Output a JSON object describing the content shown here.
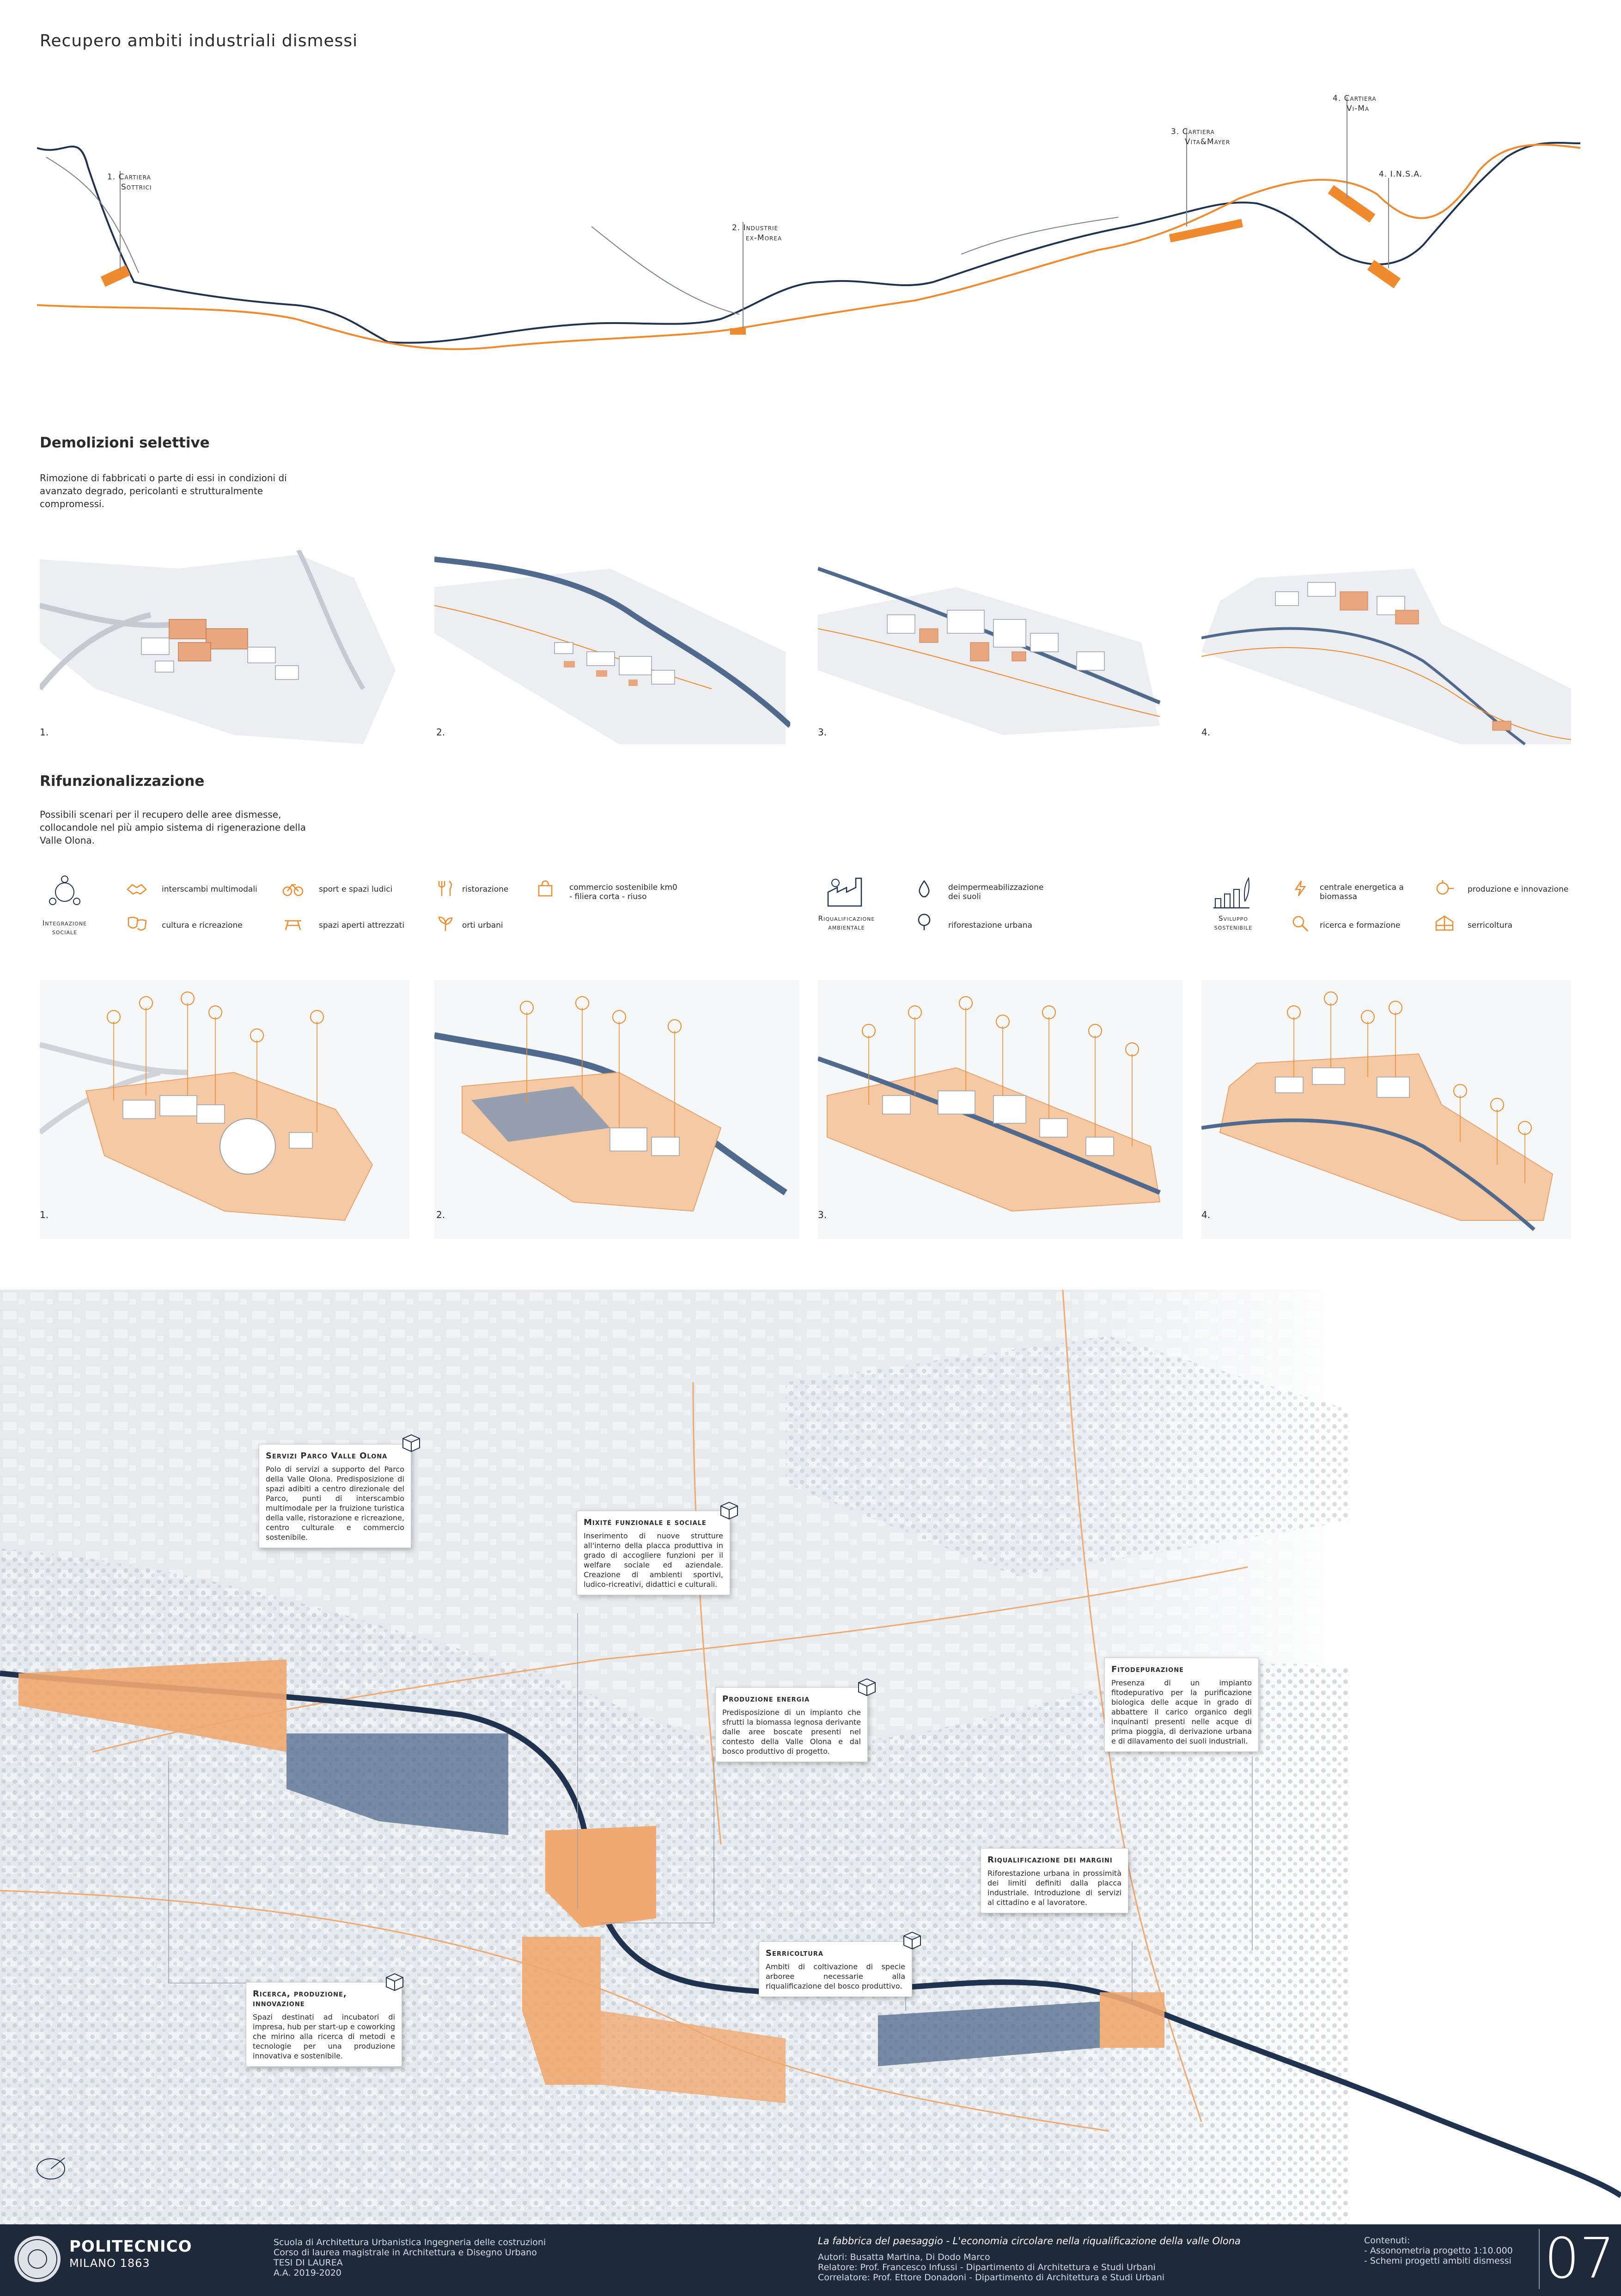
{
  "title": "Recupero ambiti industriali dismessi",
  "sites": [
    {
      "num": "1.",
      "name": "Cartiera Sottrici",
      "lines": [
        "Cartiera",
        "Sottrici"
      ]
    },
    {
      "num": "2.",
      "name": "Industrie ex-Morea",
      "lines": [
        "Industrie",
        "ex-Morea"
      ]
    },
    {
      "num": "3.",
      "name": "Cartiera Vita&Mayer",
      "lines": [
        "Cartiera",
        "Vita&Mayer"
      ]
    },
    {
      "num": "4.",
      "name": "Cartiera Vi-Ma",
      "lines": [
        "Cartiera",
        "Vi-Ma"
      ]
    },
    {
      "num": "4.",
      "name": "I.N.S.A.",
      "lines": [
        "I.N.S.A."
      ]
    }
  ],
  "demolizioni": {
    "heading": "Demolizioni selettive",
    "text": "Rimozione di fabbricati o parte di essi in condizioni di avanzato degrado, pericolanti e strutturalmente compromessi.",
    "diagram_nums": [
      "1.",
      "2.",
      "3.",
      "4."
    ]
  },
  "rifunzionalizzazione": {
    "heading": "Rifunzionalizzazione",
    "text": "Possibili scenari per il recupero delle aree dismesse, collocandole nel più ampio sistema di rigenerazione della Valle Olona.",
    "diagram_nums": [
      "1.",
      "2.",
      "3.",
      "4."
    ]
  },
  "legend": {
    "integrazione": {
      "label": [
        "Integrazione",
        "sociale"
      ],
      "items": [
        {
          "icon": "handshake-icon",
          "text": "interscambi multimodali"
        },
        {
          "icon": "bicycle-icon",
          "text": "sport e spazi ludici"
        },
        {
          "icon": "cutlery-icon",
          "text": "ristorazione"
        },
        {
          "icon": "shopping-bag-icon",
          "text": "commercio sostenibile km0 - filiera corta - riuso"
        },
        {
          "icon": "theater-masks-icon",
          "text": "cultura e ricreazione"
        },
        {
          "icon": "picnic-table-icon",
          "text": "spazi aperti attrezzati"
        },
        {
          "icon": "garden-icon",
          "text": "orti urbani"
        }
      ]
    },
    "riqualificazione": {
      "label": [
        "Riqualificazione",
        "ambientale"
      ],
      "items": [
        {
          "icon": "water-drop-icon",
          "text": "deimpermeabilizzazione dei suoli"
        },
        {
          "icon": "tree-icon",
          "text": "riforestazione urbana"
        }
      ]
    },
    "sviluppo": {
      "label": [
        "Sviluppo",
        "sostenibile"
      ],
      "items": [
        {
          "icon": "energy-icon",
          "text": "centrale energetica a biomassa"
        },
        {
          "icon": "innovation-icon",
          "text": "produzione e innovazione"
        },
        {
          "icon": "research-icon",
          "text": "ricerca e formazione"
        },
        {
          "icon": "greenhouse-icon",
          "text": "serricoltura"
        }
      ]
    }
  },
  "cards": [
    {
      "title": "Servizi Parco Valle Olona",
      "text": "Polo di servizi a supporto del Parco della Valle Olona. Predisposizione di spazi adibiti a centro direzionale del Parco, punti di interscambio multimodale per la fruizione turistica della valle, ristorazione e ricreazione, centro culturale e commercio sostenibile."
    },
    {
      "title": "Mixité funzionale e sociale",
      "text": "Inserimento di nuove strutture all'interno della placca produttiva in grado di accogliere funzioni per il welfare sociale ed aziendale. Creazione di ambienti sportivi, ludico-ricreativi, didattici e culturali."
    },
    {
      "title": "Produzione energia",
      "text": "Predisposizione di un impianto che sfrutti la biomassa legnosa derivante dalle aree boscate presenti nel contesto della Valle Olona e dal bosco produttivo di progetto."
    },
    {
      "title": "Fitodepurazione",
      "text": "Presenza di un impianto fitodepurativo per la purificazione biologica delle acque in grado di abbattere il carico organico degli inquinanti presenti nelle acque di prima pioggia, di derivazione urbana e di dilavamento dei suoli industriali."
    },
    {
      "title": "Riqualificazione dei margini",
      "text": "Riforestazione urbana in prossimità dei limiti definiti dalla placca industriale. Introduzione di servizi al cittadino e al lavoratore."
    },
    {
      "title": "Serricoltura",
      "text": "Ambiti di coltivazione di specie arboree necessarie alla riqualificazione del bosco produttivo."
    },
    {
      "title": "Ricerca, produzione, innovazione",
      "text": "Spazi destinati ad incubatori di impresa, hub per start-up e coworking che mirino alla ricerca di metodi e tecnologie per una produzione innovativa e sostenibile."
    }
  ],
  "footer": {
    "logo_name": "POLITECNICO",
    "logo_sub": "MILANO 1863",
    "school": [
      "Scuola di Architettura Urbanistica Ingegneria delle costruzioni",
      "Corso di laurea magistrale in Architettura e Disegno Urbano",
      "TESI DI LAUREA",
      "A.A. 2019-2020"
    ],
    "thesis_title": "La fabbrica del paesaggio - L'economia circolare nella riqualificazione della valle Olona",
    "credits": [
      "Autori:  Busatta Martina, Di Dodo Marco",
      "Relatore: Prof. Francesco Infussi - Dipartimento di Architettura e Studi Urbani",
      "Correlatore: Prof. Ettore Donadoni - Dipartimento di Architettura e Studi Urbani"
    ],
    "contents_label": "Contenuti:",
    "contents": [
      "- Assonometria progetto 1:10.000",
      "- Schemi progetti ambiti dismessi"
    ],
    "page_number": "07"
  },
  "colors": {
    "accent": "#ef8a2e",
    "river": "#1f3350",
    "footer": "#1e2a3a"
  }
}
